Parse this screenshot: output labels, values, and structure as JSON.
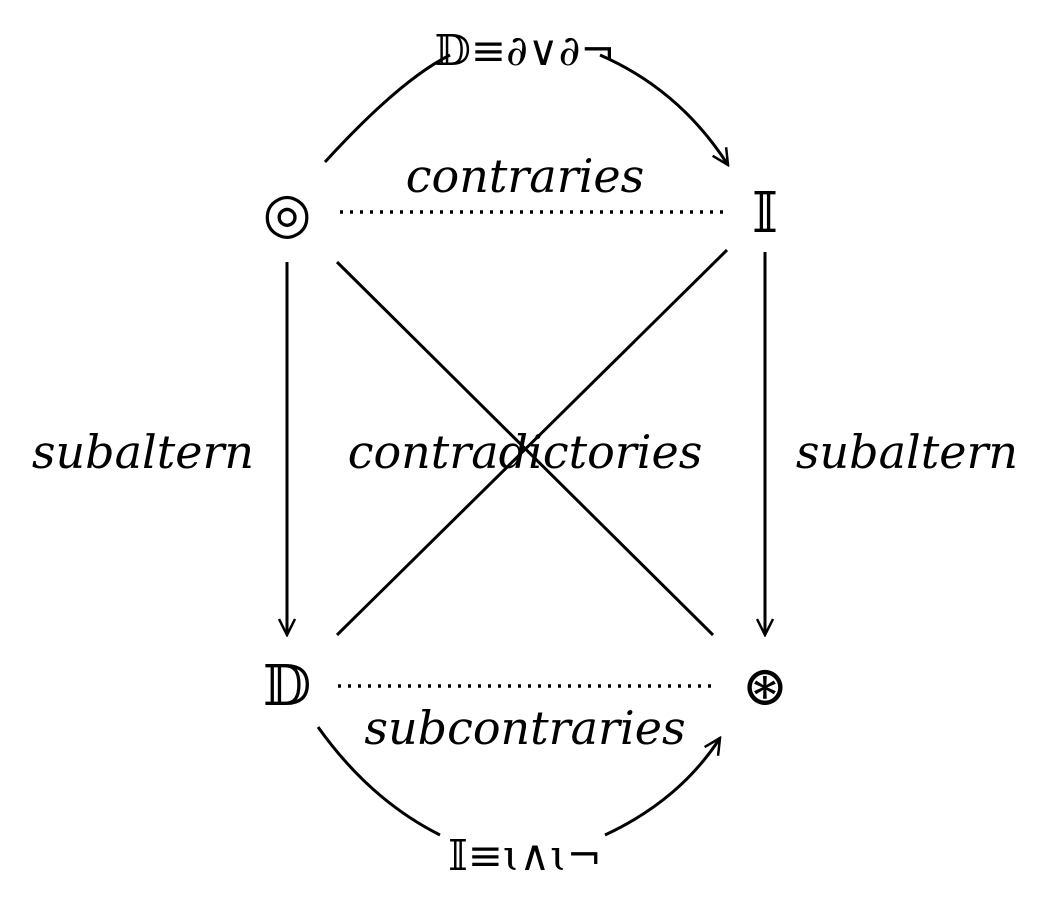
{
  "diagram": {
    "nodes": {
      "top_left": "◎",
      "top_right": "𝕀",
      "bottom_left": "𝔻",
      "bottom_right": "⊛"
    },
    "edges": {
      "top": "contraries",
      "bottom": "subcontraries",
      "left": "subaltern",
      "right": "subaltern",
      "diagonal": "contradictories"
    },
    "arcs": {
      "top": "𝔻≡∂∨∂¬",
      "bottom": "𝕀≡ɩ∧ɩ¬"
    },
    "colors": {
      "ink": "#000000",
      "background": "#ffffff"
    }
  }
}
